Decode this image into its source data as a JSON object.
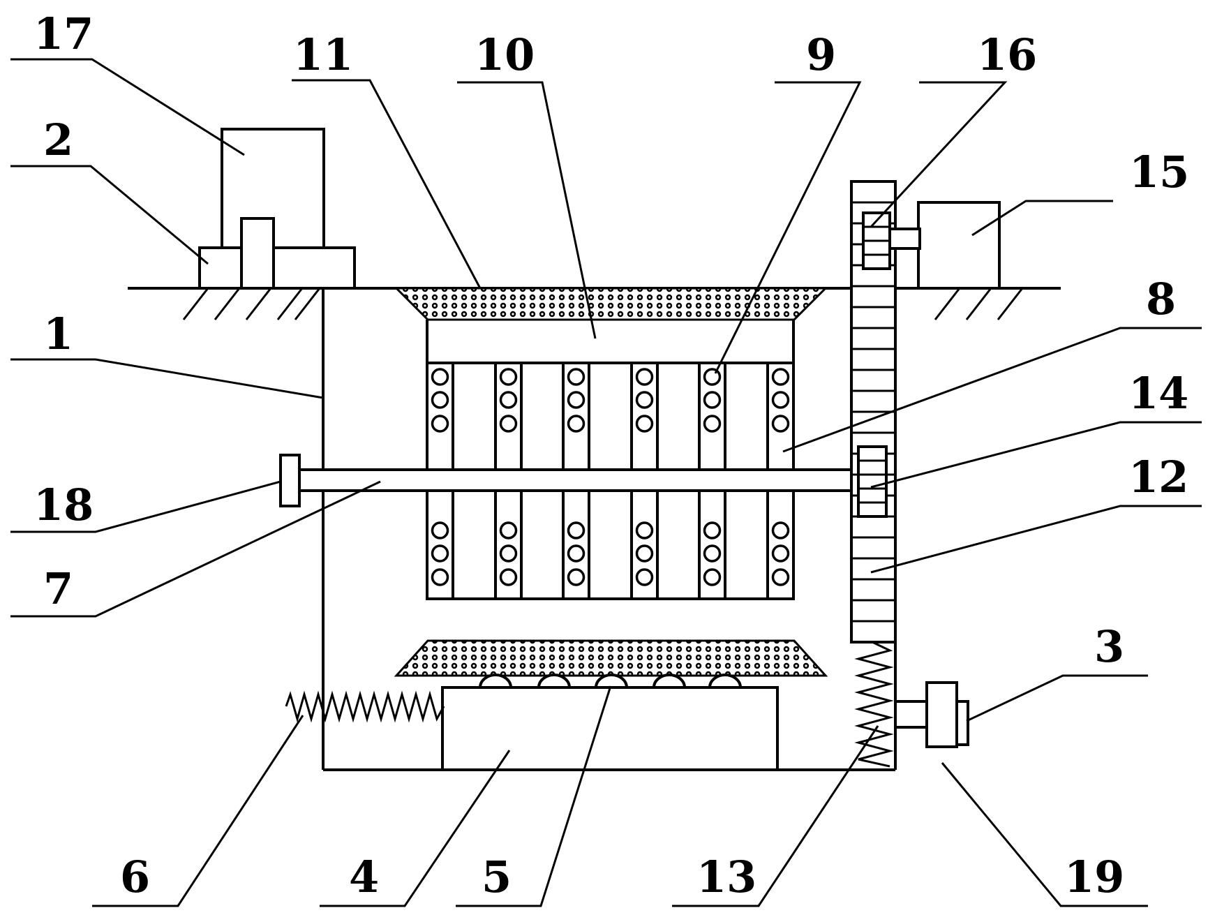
{
  "labels": {
    "l1": "1",
    "l2": "2",
    "l3": "3",
    "l4": "4",
    "l5": "5",
    "l6": "6",
    "l7": "7",
    "l8": "8",
    "l9": "9",
    "l10": "10",
    "l11": "11",
    "l12": "12",
    "l13": "13",
    "l14": "14",
    "l15": "15",
    "l16": "16",
    "l17": "17",
    "l18": "18",
    "l19": "19"
  },
  "colors": {
    "line": "#000000",
    "background": "#ffffff"
  }
}
